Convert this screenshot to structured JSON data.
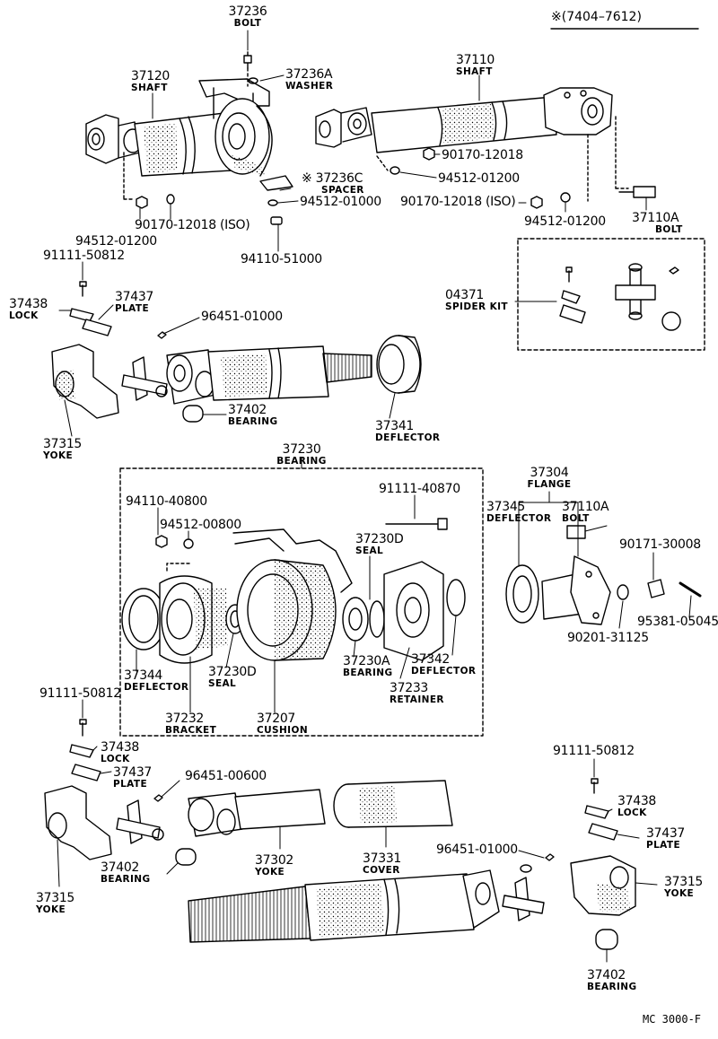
{
  "header": {
    "note": "※(7404–7612)"
  },
  "footer": {
    "code": "MC 3000-F"
  },
  "parts": [
    {
      "id": "p1",
      "number": "37236",
      "name": "BOLT"
    },
    {
      "id": "p2",
      "number": "37236A",
      "name": "WASHER"
    },
    {
      "id": "p3",
      "number": "37120",
      "name": "SHAFT"
    },
    {
      "id": "p4",
      "number": "37110",
      "name": "SHAFT"
    },
    {
      "id": "p5",
      "number": "90170-12018",
      "name": ""
    },
    {
      "id": "p6",
      "number": "94512-01200",
      "name": ""
    },
    {
      "id": "p7",
      "number": "※ 37236C",
      "name": "SPACER"
    },
    {
      "id": "p8",
      "number": "94512-01000",
      "name": ""
    },
    {
      "id": "p9",
      "number": "90170-12018 (ISO)",
      "name": ""
    },
    {
      "id": "p10",
      "number": "90170-12018 (ISO)",
      "name": ""
    },
    {
      "id": "p11",
      "number": "94512-01200",
      "name": ""
    },
    {
      "id": "p12",
      "number": "94512-01200",
      "name": ""
    },
    {
      "id": "p13",
      "number": "37110A",
      "name": "BOLT"
    },
    {
      "id": "p14",
      "number": "94110-51000",
      "name": ""
    },
    {
      "id": "p15",
      "number": "91111-50812",
      "name": ""
    },
    {
      "id": "p16",
      "number": "37438",
      "name": "LOCK"
    },
    {
      "id": "p17",
      "number": "37437",
      "name": "PLATE"
    },
    {
      "id": "p18",
      "number": "96451-01000",
      "name": ""
    },
    {
      "id": "p19",
      "number": "04371",
      "name": "SPIDER KIT"
    },
    {
      "id": "p20",
      "number": "37402",
      "name": "BEARING"
    },
    {
      "id": "p21",
      "number": "37341",
      "name": "DEFLECTOR"
    },
    {
      "id": "p22",
      "number": "37315",
      "name": "YOKE"
    },
    {
      "id": "p23",
      "number": "37230",
      "name": "BEARING"
    },
    {
      "id": "p24",
      "number": "37304",
      "name": "FLANGE"
    },
    {
      "id": "p25",
      "number": "94110-40800",
      "name": ""
    },
    {
      "id": "p26",
      "number": "94512-00800",
      "name": ""
    },
    {
      "id": "p27",
      "number": "91111-40870",
      "name": ""
    },
    {
      "id": "p28",
      "number": "37230D",
      "name": "SEAL"
    },
    {
      "id": "p29",
      "number": "37345",
      "name": "DEFLECTOR"
    },
    {
      "id": "p30",
      "number": "37110A",
      "name": "BOLT"
    },
    {
      "id": "p31",
      "number": "90171-30008",
      "name": ""
    },
    {
      "id": "p32",
      "number": "95381-05045",
      "name": ""
    },
    {
      "id": "p33",
      "number": "90201-31125",
      "name": ""
    },
    {
      "id": "p34",
      "number": "37344",
      "name": "DEFLECTOR"
    },
    {
      "id": "p35",
      "number": "37230D",
      "name": "SEAL"
    },
    {
      "id": "p36",
      "number": "37230A",
      "name": "BEARING"
    },
    {
      "id": "p37",
      "number": "37342",
      "name": "DEFLECTOR"
    },
    {
      "id": "p38",
      "number": "37233",
      "name": "RETAINER"
    },
    {
      "id": "p39",
      "number": "37232",
      "name": "BRACKET"
    },
    {
      "id": "p40",
      "number": "37207",
      "name": "CUSHION"
    },
    {
      "id": "p41",
      "number": "91111-50812",
      "name": ""
    },
    {
      "id": "p42",
      "number": "37438",
      "name": "LOCK"
    },
    {
      "id": "p43",
      "number": "37437",
      "name": "PLATE"
    },
    {
      "id": "p44",
      "number": "96451-00600",
      "name": ""
    },
    {
      "id": "p45",
      "number": "91111-50812",
      "name": ""
    },
    {
      "id": "p46",
      "number": "37438",
      "name": "LOCK"
    },
    {
      "id": "p47",
      "number": "37437",
      "name": "PLATE"
    },
    {
      "id": "p48",
      "number": "37302",
      "name": "YOKE"
    },
    {
      "id": "p49",
      "number": "37331",
      "name": "COVER"
    },
    {
      "id": "p50",
      "number": "96451-01000",
      "name": ""
    },
    {
      "id": "p51",
      "number": "37315",
      "name": "YOKE"
    },
    {
      "id": "p52",
      "number": "37402",
      "name": "BEARING"
    },
    {
      "id": "p53",
      "number": "37315",
      "name": "YOKE"
    },
    {
      "id": "p54",
      "number": "37402",
      "name": "BEARING"
    }
  ]
}
